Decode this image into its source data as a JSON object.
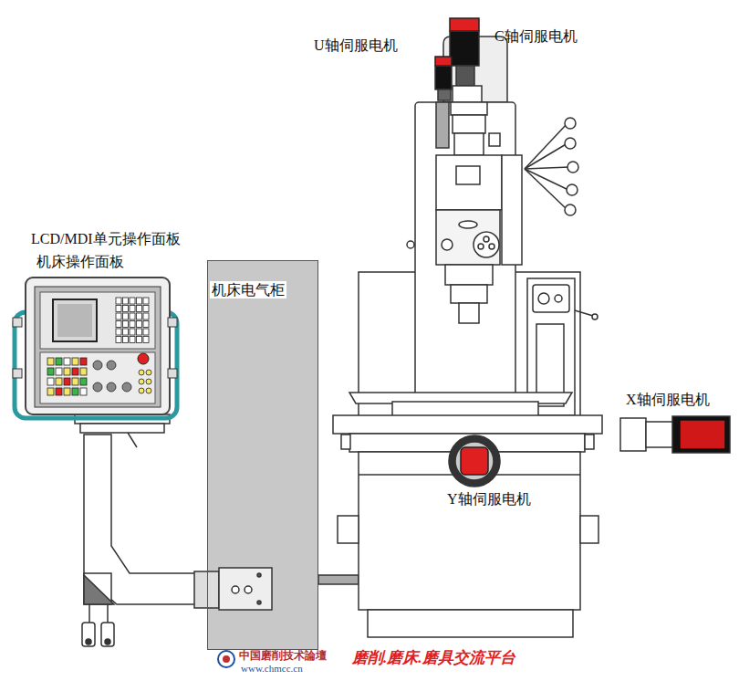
{
  "diagram": {
    "nodes": [
      {
        "text": [
          "机床电气柜"
        ]
      }
    ],
    "labels": [
      "U轴伺服电机",
      "C轴伺服电机",
      "LCD/MDI单元操作面板",
      "机床操作面板",
      "X轴伺服电机",
      "Y轴伺服电机",
      "中国磨削技术論壇",
      "www.chmcc.cn",
      "磨削.磨床.磨具交流平台"
    ]
  }
}
